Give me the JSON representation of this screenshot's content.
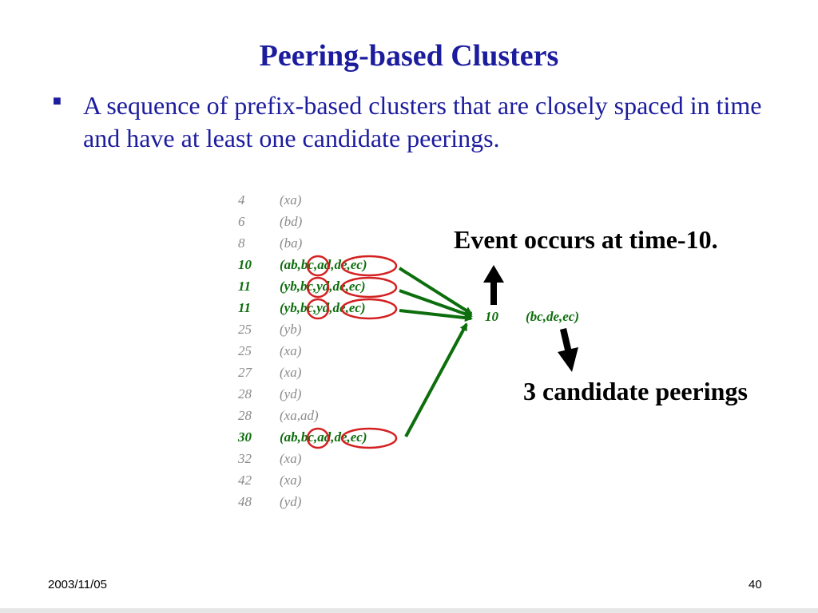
{
  "slide": {
    "title": "Peering-based Clusters",
    "bullet": "A sequence of prefix-based clusters that are closely spaced in time and have at least one candidate peerings.",
    "rows": [
      {
        "time": "4",
        "peers": "(xa)"
      },
      {
        "time": "6",
        "peers": "(bd)"
      },
      {
        "time": "8",
        "peers": "(ba)"
      },
      {
        "time": "10",
        "peers": "(ab,bc,ad,de,ec)"
      },
      {
        "time": "11",
        "peers": "(yb,bc,yd,de,ec)"
      },
      {
        "time": "11",
        "peers": "(yb,bc,yd,de,ec)"
      },
      {
        "time": "25",
        "peers": "(yb)"
      },
      {
        "time": "25",
        "peers": "(xa)"
      },
      {
        "time": "27",
        "peers": "(xa)"
      },
      {
        "time": "28",
        "peers": "(yd)"
      },
      {
        "time": "28",
        "peers": "(xa,ad)"
      },
      {
        "time": "30",
        "peers": "(ab,bc,ad,de,ec)"
      },
      {
        "time": "32",
        "peers": "(xa)"
      },
      {
        "time": "42",
        "peers": "(xa)"
      },
      {
        "time": "48",
        "peers": "(yd)"
      }
    ],
    "summary": {
      "time": "10",
      "peers": "(bc,de,ec)"
    },
    "event_label": "Event occurs at time-10.",
    "candidates_label": "3 candidate peerings",
    "footer_date": "2003/11/05",
    "page_number": "40",
    "colors": {
      "title": "#1c1c9e",
      "highlight": "#0d6e0d",
      "muted": "#8a8a8a",
      "circle": "#d42020"
    }
  }
}
